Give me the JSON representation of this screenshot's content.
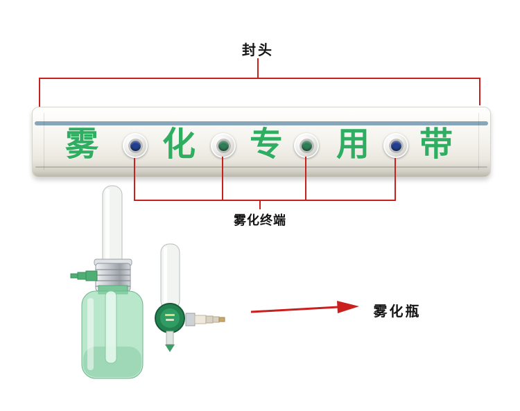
{
  "annotations": {
    "end_cap_label": "封头",
    "terminal_label": "雾化终端",
    "bottle_label": "雾化瓶"
  },
  "band": {
    "characters": [
      "雾",
      "化",
      "专",
      "用",
      "带"
    ],
    "outlets": [
      {
        "id": "outlet-1",
        "core_color": "#223f8e"
      },
      {
        "id": "outlet-2",
        "core_color": "#2f7d58"
      },
      {
        "id": "outlet-3",
        "core_color": "#2f7d58"
      },
      {
        "id": "outlet-4",
        "core_color": "#223f8e"
      }
    ],
    "text_color": "#2fae62",
    "stripe_color": "#7b9cb3"
  },
  "colors": {
    "annotation_red": "#c9201d",
    "bottle_green": "#8ed8ac",
    "flow_meter_green": "#23804f",
    "band_base": "#f4f2ec"
  }
}
